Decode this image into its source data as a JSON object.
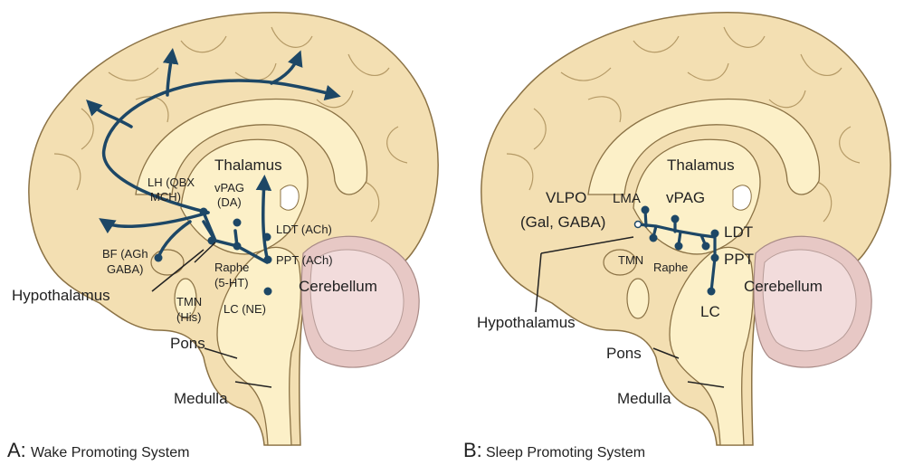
{
  "colors": {
    "brain_fill": "#f3dfb2",
    "brain_stroke": "#8b7245",
    "inner_fill": "#fcf0c8",
    "cerebellum_fill": "#f2dcdc",
    "cerebellum_outer": "#e7c8c5",
    "pathway": "#1d4766",
    "text": "#222222"
  },
  "panel_a": {
    "labels": {
      "thalamus": "Thalamus",
      "lh1": "LH (QBX",
      "lh2": "MCH)",
      "vpag1": "vPAG",
      "vpag2": "(DA)",
      "ldt": "LDT (ACh)",
      "ppt": "PPT (ACh)",
      "bf1": "BF (AGh",
      "bf2": "GABA)",
      "raphe1": "Raphe",
      "raphe2": "(5-HT)",
      "hypothalamus": "Hypothalamus",
      "tmn1": "TMN",
      "tmn2": "(His)",
      "lc": "LC (NE)",
      "cerebellum": "Cerebellum",
      "pons": "Pons",
      "medulla": "Medulla"
    },
    "caption_letter": "A:",
    "caption_text": "Wake Promoting System"
  },
  "panel_b": {
    "labels": {
      "thalamus": "Thalamus",
      "vlpo1": "VLPO",
      "vlpo2": "(Gal, GABA)",
      "lma": "LMA",
      "vpag": "vPAG",
      "ldt": "LDT",
      "ppt": "PPT",
      "tmn": "TMN",
      "raphe": "Raphe",
      "cerebellum": "Cerebellum",
      "hypothalamus": "Hypothalamus",
      "lc": "LC",
      "pons": "Pons",
      "medulla": "Medulla"
    },
    "caption_letter": "B:",
    "caption_text": "Sleep Promoting System"
  }
}
